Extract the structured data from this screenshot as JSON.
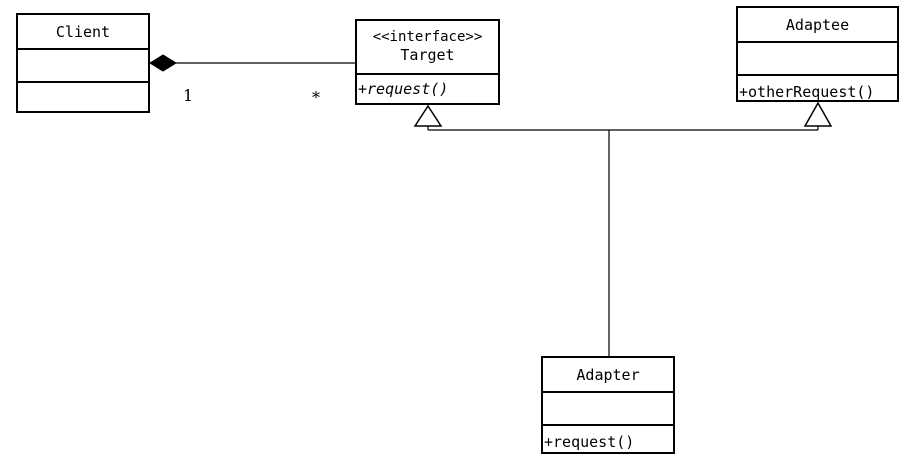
{
  "classes": {
    "client": {
      "name": "Client",
      "attributes": "",
      "operations": ""
    },
    "target": {
      "stereotype": "<<interface>>",
      "name": "Target",
      "operations": "+request()"
    },
    "adaptee": {
      "name": "Adaptee",
      "attributes": "",
      "operations": "+otherRequest()"
    },
    "adapter": {
      "name": "Adapter",
      "attributes": "",
      "operations": "+request()"
    }
  },
  "association": {
    "source": "Client",
    "target": "Target",
    "kind": "composition",
    "source_multiplicity": "1",
    "target_multiplicity": "*"
  },
  "generalizations": [
    {
      "from": "Adapter",
      "to": "Target"
    },
    {
      "from": "Adapter",
      "to": "Adaptee"
    }
  ],
  "colors": {
    "line": "#000000",
    "background": "#ffffff"
  }
}
